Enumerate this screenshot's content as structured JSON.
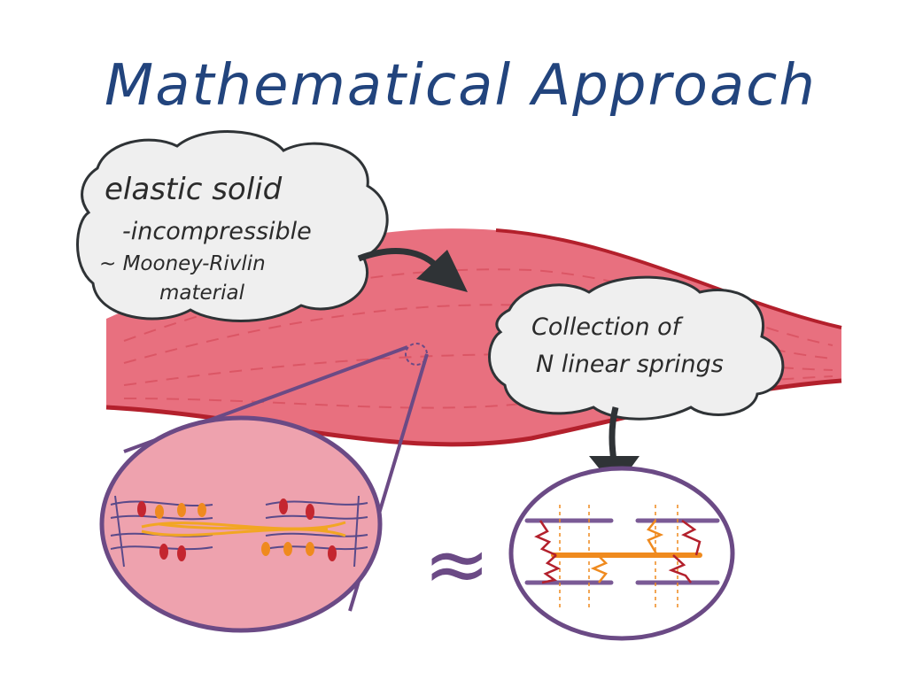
{
  "title": "Mathematical Approach",
  "left_note": {
    "line1": "elastic solid",
    "line2": "-incompressible",
    "line3": "~ Mooney-Rivlin",
    "line4": "material"
  },
  "right_note": {
    "line1": "Collection of",
    "line2": "N linear springs"
  },
  "approx_symbol": "≈",
  "colors": {
    "title": "#22447d",
    "muscle": "#e8707f",
    "muscle_outline": "#b3202c",
    "ellipse_border": "#6b4a85",
    "spring_orange": "#ef8a1e",
    "spring_red": "#b3202c",
    "arrow": "#2f3336"
  }
}
